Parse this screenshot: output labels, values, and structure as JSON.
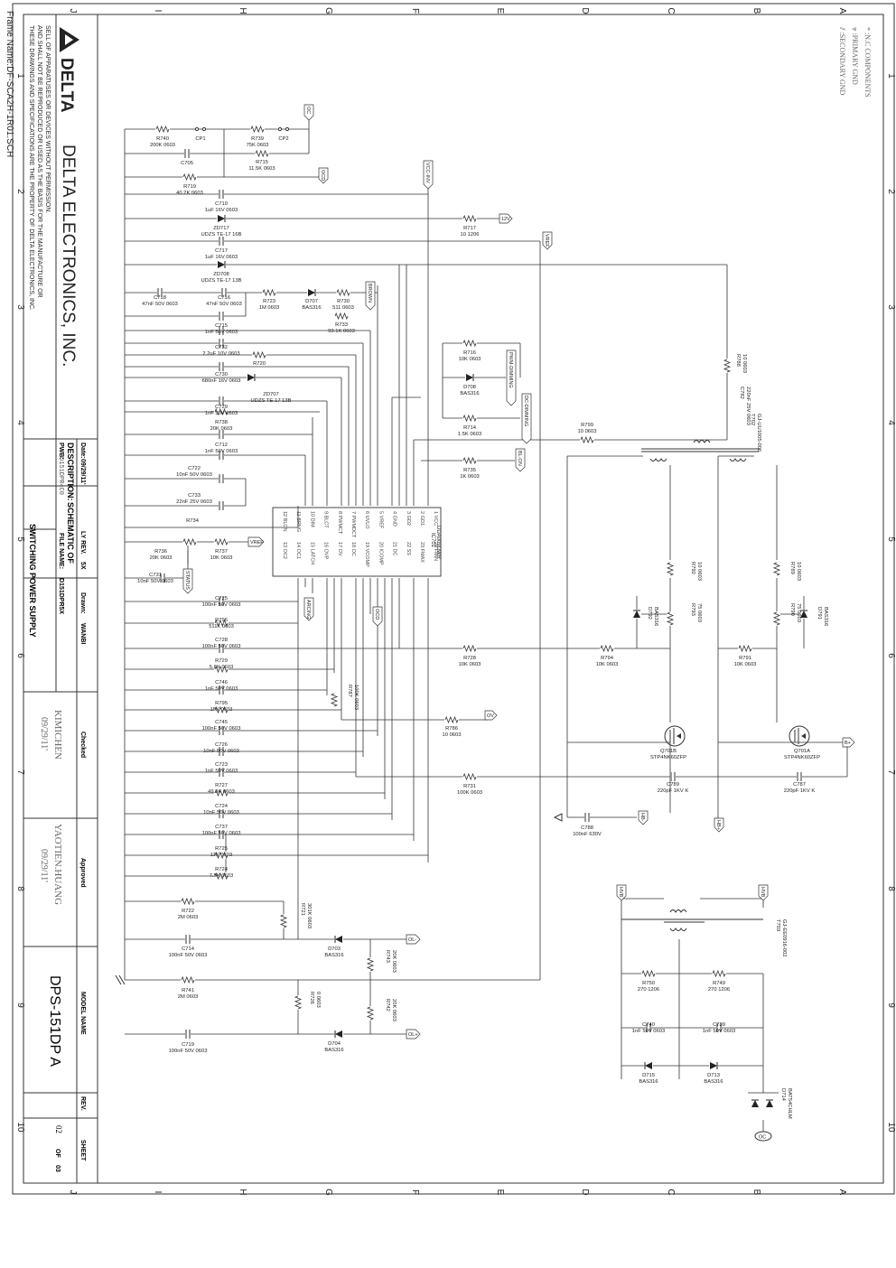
{
  "frame": {
    "name_label": "Frame Name:DF-SCA2H-1R01.SCH",
    "columns": [
      "J",
      "I",
      "H",
      "G",
      "F",
      "E",
      "D",
      "C",
      "B",
      "A"
    ],
    "rows": [
      "1",
      "2",
      "3",
      "4",
      "5",
      "6",
      "7",
      "8",
      "9",
      "10"
    ]
  },
  "notes": [
    "* :N.C COMPONENTS",
    "⩔ :PRIMARY GND",
    "⫽ :SECONDARY GND"
  ],
  "title_block": {
    "company": "DELTA ELECTRONICS, INC.",
    "logo_text": "DELTA",
    "disclaimer": [
      "THESE DRAWINGS AND SPECIFICATIONS ARE THE PROPERTY OF DELTA ELECTRONICS, INC.",
      "AND SHALL NOT BE REPRODUCED OR USED AS THE BASIS FOR THE MANUFACTURE OR",
      "SELL OF APPARATUSES OR DEVICES WITHOUT PERMISSION."
    ],
    "description_label": "DESCRIPTION:",
    "description_line1": "SCHEMATIC OF",
    "description_line2": "SWITCHING POWER SUPPLY",
    "date_label": "Date:",
    "date_value": "09/29/11'",
    "ly_rev_label": "LY REV.",
    "ly_rev_value": "5X",
    "drawn_label": "Drawn:",
    "drawn_value": "WANBI",
    "pwb_label": "PWB:",
    "pwb_value": "D151DPR4C0",
    "file_label": "FILE NAME:",
    "file_value": "D151DPR5X",
    "checked_label": "Checked",
    "checked_name": "KIMICHEN",
    "checked_date": "09/29/11'",
    "approved_label": "Approved",
    "approved_name": "YAOTIEN.HUANG",
    "approved_date": "09/29/11'",
    "model_label": "MODEL NAME",
    "model_value": "DPS-151DP A",
    "rev_label": "REV.",
    "sheet_label": "SHEET",
    "sheet_value": "02",
    "sheet_of": "OF",
    "sheet_total": "03"
  },
  "components": {
    "R740": [
      "R740",
      "200K 0603"
    ],
    "CP1": [
      "CP1"
    ],
    "R739": [
      "R739",
      "75K 0603"
    ],
    "CP2": [
      "CP2"
    ],
    "R715": [
      "R715",
      "11.5K 0603"
    ],
    "C705": [
      "C705"
    ],
    "R719": [
      "R719",
      "40.2K 0603"
    ],
    "C710": [
      "C710",
      "1uF 16V 0603"
    ],
    "ZD717": [
      "ZD717",
      "UDZS TE-17 16B"
    ],
    "R717": [
      "R717",
      "10 1206"
    ],
    "C717": [
      "C717",
      "1uF 16V 0603"
    ],
    "ZD708": [
      "ZD708",
      "UDZS TE-17 13B"
    ],
    "C718": [
      "C718",
      "47nF 50V 0603"
    ],
    "C716": [
      "C716",
      "47nF 50V 0603"
    ],
    "R723": [
      "R723",
      "1M 0603"
    ],
    "D707": [
      "D707",
      "BAS316"
    ],
    "R730": [
      "R730",
      "511 0603"
    ],
    "C715": [
      "C715",
      "1nF 50V 0603"
    ],
    "R733": [
      "R733",
      "93.1K 0603"
    ],
    "C732": [
      "C732",
      "2.2uF 10V 0603"
    ],
    "R720": [
      "R720"
    ],
    "C730": [
      "C730",
      "680nF 16V 0603"
    ],
    "ZD707": [
      "ZD707",
      "UDZS TE-17 13B"
    ],
    "C729": [
      "C729",
      "1nF 50V 0603"
    ],
    "R738": [
      "R738",
      "20K 0603"
    ],
    "C712": [
      "C712",
      "1nF 50V 0603"
    ],
    "C722": [
      "C722",
      "10nF 50V 0603"
    ],
    "C733": [
      "C733",
      "22nF 25V 0603"
    ],
    "R734": [
      "R734"
    ],
    "R736": [
      "R736",
      "20K 0603"
    ],
    "R737": [
      "R737",
      "10K 0603"
    ],
    "C731": [
      "C731",
      "10nF 50V 0603"
    ],
    "R716": [
      "R716",
      "10K 0603"
    ],
    "D708": [
      "D708",
      "BAS316"
    ],
    "R714": [
      "R714",
      "1.5K 0603"
    ],
    "R735": [
      "R735",
      "1K 0603"
    ],
    "R799": [
      "R799",
      "10 0603"
    ],
    "R788": [
      "R788",
      "10 0603"
    ],
    "C782": [
      "C782",
      "220nF 25V 0603"
    ],
    "T702": [
      "T702",
      "GJ-UU1005-006"
    ],
    "IC701": [
      "IC701",
      "DDA009DWR"
    ],
    "C725": [
      "C725",
      "100nF 50V 0603"
    ],
    "R796": [
      "R796",
      "511K 0603"
    ],
    "C728": [
      "C728",
      "100nF 50V 0603"
    ],
    "R729": [
      "R729",
      "5.6K 0603"
    ],
    "C746": [
      "C746",
      "1nF 50V 0603"
    ],
    "R795": [
      "R795",
      "15K 0603"
    ],
    "C745": [
      "C745",
      "100nF 50V 0603"
    ],
    "C726": [
      "C726",
      "10nF 50V 0603"
    ],
    "C723": [
      "C723",
      "1nF 50V 0603"
    ],
    "R727": [
      "R727",
      "49.9K 0603"
    ],
    "C724": [
      "C724",
      "10nF 50V 0603"
    ],
    "C737": [
      "C737",
      "100nF 50V 0603"
    ],
    "R725": [
      "R725",
      "11K 0603"
    ],
    "R724": [
      "R724",
      "7.5K 0603"
    ],
    "R787": [
      "R787",
      "100K 0603"
    ],
    "R728": [
      "R728",
      "10K 0603"
    ],
    "R786": [
      "R786",
      "10 0603"
    ],
    "R731": [
      "R731",
      "100K 0603"
    ],
    "R792": [
      "R792",
      "10 0603"
    ],
    "R793": [
      "R793",
      "75 0603"
    ],
    "D792": [
      "D792",
      "BAS316"
    ],
    "R794": [
      "R794",
      "10K 0603"
    ],
    "R789": [
      "R789",
      "10 0603"
    ],
    "R790": [
      "R790",
      "75 0603"
    ],
    "D791": [
      "D791",
      "BAS316"
    ],
    "R791": [
      "R791",
      "10K 0603"
    ],
    "Q701B": [
      "Q701B",
      "STP4NK60ZFP"
    ],
    "Q701A": [
      "Q701A",
      "STP4NK60ZFP"
    ],
    "C789": [
      "C789",
      "220pF 1KV K"
    ],
    "C787": [
      "C787",
      "220pF 1KV K"
    ],
    "C788": [
      "C788",
      "100nF 630V"
    ],
    "R722": [
      "R722",
      "2M 0603"
    ],
    "R721": [
      "R721",
      "301K 0603"
    ],
    "C714": [
      "C714",
      "100nF 50V 0603"
    ],
    "D703": [
      "D703",
      "BAS316"
    ],
    "R743": [
      "R743",
      "20K 0603"
    ],
    "R741": [
      "R741",
      "2M 0603"
    ],
    "R726": [
      "R726",
      "0 0603"
    ],
    "R742": [
      "R742",
      "20K 0603"
    ],
    "C719": [
      "C719",
      "100nF 50V 0603"
    ],
    "D704": [
      "D704",
      "BAS316"
    ],
    "T703": [
      "T703",
      "GJ-EE0916-002"
    ],
    "R750": [
      "R750",
      "270 1206"
    ],
    "R749": [
      "R749",
      "270 1206"
    ],
    "C740": [
      "C740",
      "1nF 50V 0603"
    ],
    "C739": [
      "C739",
      "1nF 50V 0603"
    ],
    "D715": [
      "D715",
      "BAS316"
    ],
    "D713": [
      "D713",
      "BAS316"
    ],
    "D714": [
      "D714",
      "BAT54CHLM"
    ]
  },
  "ic_pins_left": [
    "12 BLON",
    "11 BRNG",
    "10 DIM",
    "9 BLCT",
    "8 PWMCT",
    "7 PWMDCT",
    "6 UVLO",
    "5 VREF",
    "4 GND",
    "3 GD2",
    "2 GD1",
    "1 VCC"
  ],
  "ic_pins_right": [
    "13 OC2",
    "14 OC1",
    "15 LATCH",
    "16 OVP",
    "17 OV",
    "18 OC",
    "19 VCOMP",
    "20 ICOMP",
    "21 DC",
    "22 SS",
    "23 FMAX",
    "24 FMIN"
  ],
  "nets": {
    "oc_top": "OC",
    "ocd_top": "OCD",
    "vcc_inv": "VCC-INV",
    "net_12v": "12V",
    "vref_top": "VREF",
    "brown": "BROWN",
    "pwm_dimming": "PWM-DIMMING",
    "dc_dimming": "DC-DIMMING",
    "bl_on": "BL-ON",
    "vref_mid": "VREF",
    "status": "STATUS",
    "arcing": "ARCING",
    "ocd_mid": "OCD",
    "ov": "OV",
    "b_plus": "B+",
    "hb_minus": "HB-",
    "hb_plus": "HB+",
    "ol_minus": "OL-",
    "ol_plus": "OL+",
    "hvb_left": "HVB",
    "hvb_right": "HVB",
    "oc_bottom": "OC"
  }
}
